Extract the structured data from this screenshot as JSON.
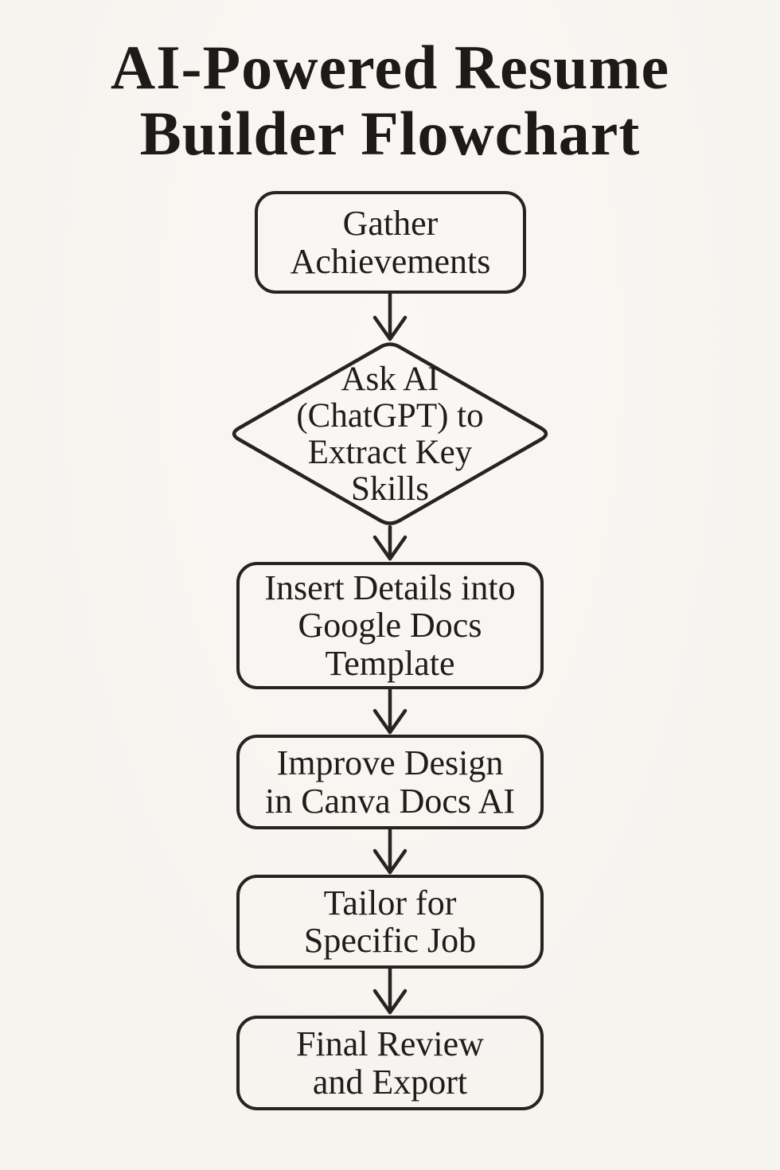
{
  "page": {
    "background_color": "#f6f4ef",
    "ink_color": "#262422"
  },
  "title": {
    "text": "AI-Powered Resume\nBuilder Flowchart"
  },
  "flowchart": {
    "nodes": [
      {
        "id": "gather-achievements",
        "shape": "rounded-rect",
        "label": "Gather\nAchievements"
      },
      {
        "id": "ask-ai-extract-skills",
        "shape": "diamond",
        "label": "Ask AI\n(ChatGPT) to\nExtract Key\nSkills"
      },
      {
        "id": "insert-details-google-docs",
        "shape": "rounded-rect",
        "label": "Insert Details into\nGoogle Docs\nTemplate"
      },
      {
        "id": "improve-design-canva",
        "shape": "rounded-rect",
        "label": "Improve Design\nin Canva Docs AI"
      },
      {
        "id": "tailor-specific-job",
        "shape": "rounded-rect",
        "label": "Tailor for\nSpecific Job"
      },
      {
        "id": "final-review-export",
        "shape": "rounded-rect",
        "label": "Final Review\nand Export"
      }
    ],
    "connections": [
      {
        "from": "gather-achievements",
        "to": "ask-ai-extract-skills"
      },
      {
        "from": "ask-ai-extract-skills",
        "to": "insert-details-google-docs"
      },
      {
        "from": "insert-details-google-docs",
        "to": "improve-design-canva"
      },
      {
        "from": "improve-design-canva",
        "to": "tailor-specific-job"
      },
      {
        "from": "tailor-specific-job",
        "to": "final-review-export"
      }
    ]
  }
}
